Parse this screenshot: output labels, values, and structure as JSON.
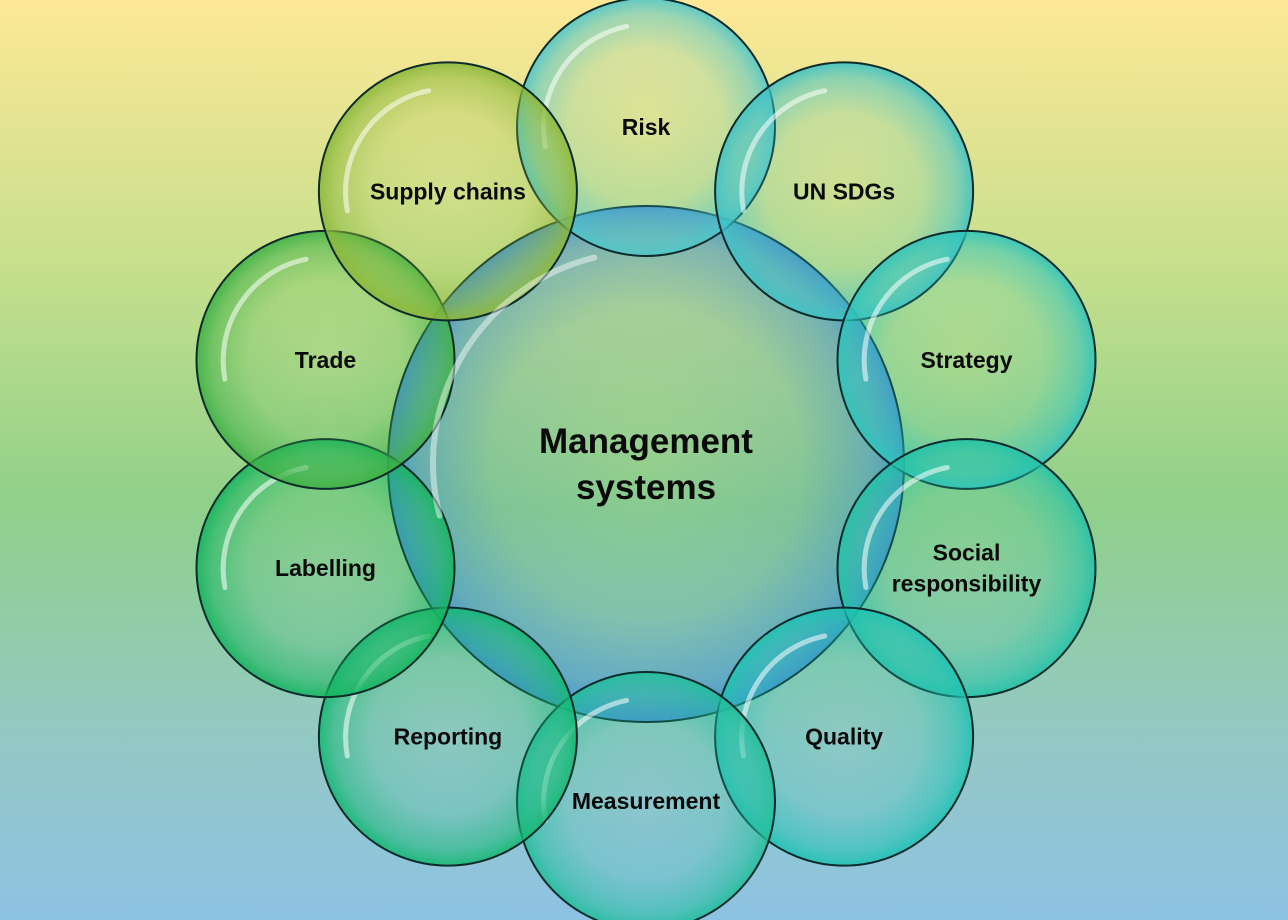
{
  "diagram": {
    "center": {
      "label_lines": [
        "Management",
        "systems"
      ]
    },
    "nodes": [
      {
        "id": "risk",
        "lines": [
          "Risk"
        ],
        "color": "#4fc6c9"
      },
      {
        "id": "un-sdgs",
        "lines": [
          "UN SDGs"
        ],
        "color": "#3fc2c6"
      },
      {
        "id": "strategy",
        "lines": [
          "Strategy"
        ],
        "color": "#2ec4bc"
      },
      {
        "id": "social-responsibility",
        "lines": [
          "Social",
          "responsibility"
        ],
        "color": "#22c2a8"
      },
      {
        "id": "quality",
        "lines": [
          "Quality"
        ],
        "color": "#1fc2b3"
      },
      {
        "id": "measurement",
        "lines": [
          "Measurement"
        ],
        "color": "#22be9c"
      },
      {
        "id": "reporting",
        "lines": [
          "Reporting"
        ],
        "color": "#16b874"
      },
      {
        "id": "labelling",
        "lines": [
          "Labelling"
        ],
        "color": "#15b55e"
      },
      {
        "id": "trade",
        "lines": [
          "Trade"
        ],
        "color": "#3eb145"
      },
      {
        "id": "supply-chains",
        "lines": [
          "Supply chains"
        ],
        "color": "#8cb83a"
      }
    ],
    "colors": {
      "center_fill": "#3d8fcf",
      "outline": "#0d2b2b"
    }
  }
}
